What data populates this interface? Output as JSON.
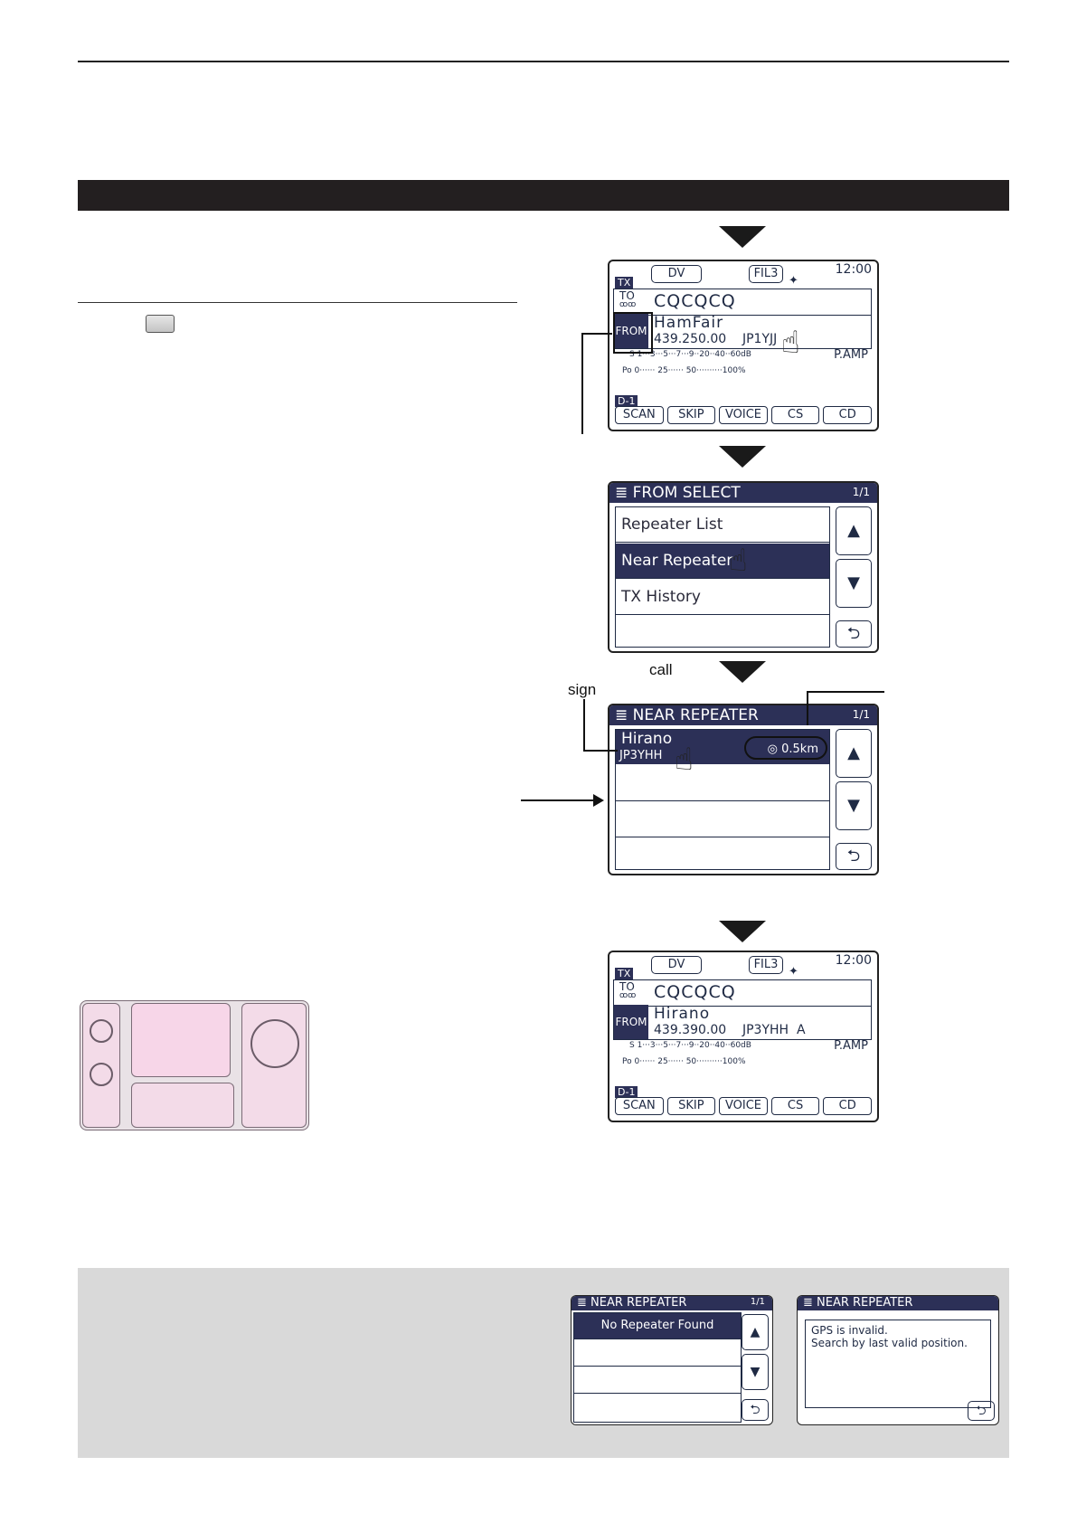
{
  "screen1": {
    "tx": "TX",
    "mode": "DV",
    "filter": "FIL3",
    "time": "12:00",
    "to_label": "TO",
    "to_value": "CQCQCQ",
    "from_label": "FROM",
    "from_name": "HamFair",
    "from_freq_call": "439.250.00    JP1YJJ",
    "s_meter": "S 1···3···5···7···9··20··40··60dB",
    "pamp": "P.AMP",
    "po_meter": "Po 0······ 25······ 50··········100%",
    "d1": "D-1",
    "keys": [
      "SCAN",
      "SKIP",
      "VOICE",
      "CS",
      "CD"
    ]
  },
  "screen2": {
    "title": "FROM SELECT",
    "page": "1/1",
    "items": [
      "Repeater List",
      "Near Repeater",
      "TX History"
    ]
  },
  "screen3": {
    "title": "NEAR REPEATER",
    "page": "1/1",
    "name": "Hirano",
    "call": "JP3YHH",
    "distance": "0.5km"
  },
  "callouts": {
    "call": "call",
    "sign": "sign"
  },
  "screen4": {
    "tx": "TX",
    "mode": "DV",
    "filter": "FIL3",
    "time": "12:00",
    "to_label": "TO",
    "to_value": "CQCQCQ",
    "from_label": "FROM",
    "from_name": "Hirano",
    "from_freq_call": "439.390.00    JP3YHH  A",
    "s_meter": "S 1···3···5···7···9··20··40··60dB",
    "pamp": "P.AMP",
    "po_meter": "Po 0······ 25······ 50··········100%",
    "d1": "D-1",
    "keys": [
      "SCAN",
      "SKIP",
      "VOICE",
      "CS",
      "CD"
    ]
  },
  "note_screen_a": {
    "title": "NEAR REPEATER",
    "page": "1/1",
    "message": "No Repeater Found"
  },
  "note_screen_b": {
    "title": "NEAR REPEATER",
    "line1": "GPS is invalid.",
    "line2": "Search by last valid position."
  }
}
